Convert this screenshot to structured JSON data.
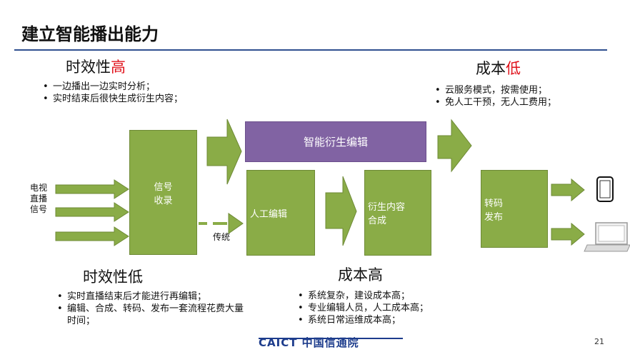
{
  "title": "建立智能播出能力",
  "top_left": {
    "heading_prefix": "时效性",
    "heading_accent": "高",
    "bullets": [
      "一边播出一边实时分析；",
      "实时结束后很快生成衍生内容；"
    ]
  },
  "top_right": {
    "heading_prefix": "成本",
    "heading_accent": "低",
    "bullets": [
      "云服务模式，按需使用；",
      "免人工干预，无人工费用；"
    ]
  },
  "bottom_left": {
    "heading": "时效性低",
    "bullets": [
      "实时直播结束后才能进行再编辑；",
      "编辑、合成、转码、发布一套流程花费大量时间；"
    ]
  },
  "bottom_mid": {
    "heading": "成本高",
    "bullets": [
      "系统复杂，建设成本高；",
      "专业编辑人员，人工成本高；",
      "系统日常运维成本高；"
    ]
  },
  "diagram": {
    "input_label": [
      "电视",
      "直播",
      "信号"
    ],
    "signal_box": [
      "信号",
      "收录"
    ],
    "traditional_label": "传统",
    "smart_edit": "智能衍生编辑",
    "manual_edit": "人工编辑",
    "derivative": [
      "衍生内容",
      "合成"
    ],
    "transcode": [
      "转码",
      "发布"
    ],
    "colors": {
      "green": "#8aac47",
      "purple": "#8163a3",
      "red": "#e0121b"
    }
  },
  "footer": {
    "logo": "CAICT 中国信通院",
    "page_number": "21"
  }
}
